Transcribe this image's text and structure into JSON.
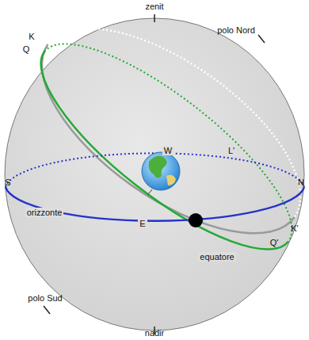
{
  "diagram": {
    "labels": [
      "zenit",
      "polo Nord",
      "K",
      "Q",
      "W",
      "L'",
      "S",
      "N",
      "E",
      "orizzonte",
      "equatore",
      "K'",
      "Q'",
      "polo Sud",
      "nadir"
    ]
  }
}
